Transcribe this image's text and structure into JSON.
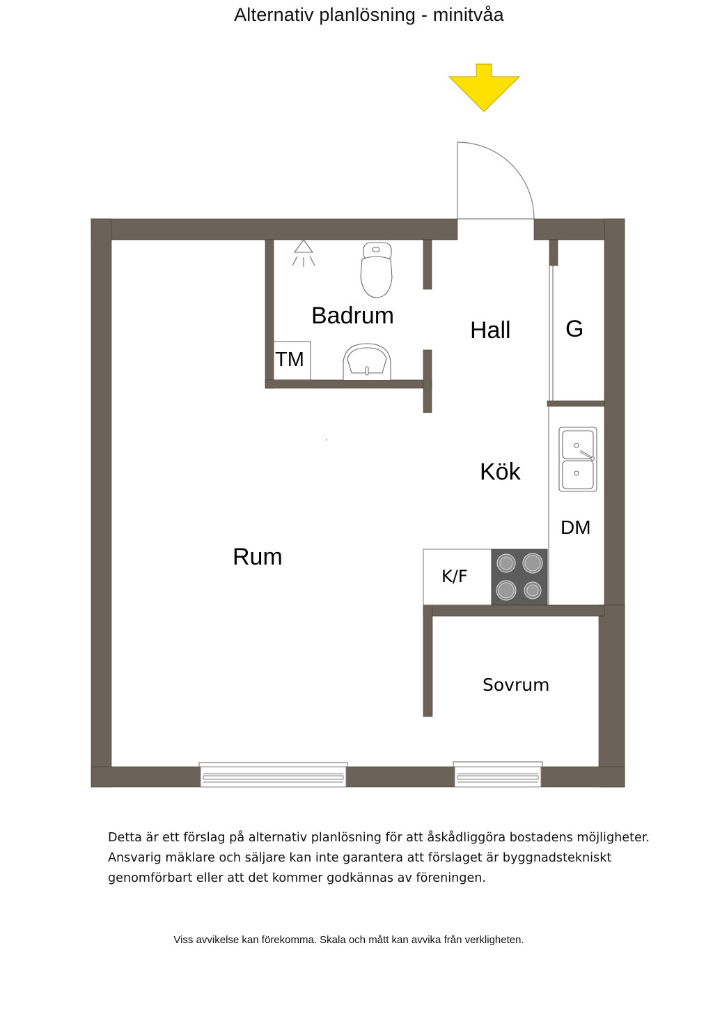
{
  "header": {
    "title": "Alternativ planlösning - minitvåa"
  },
  "entrance": {
    "arrow_icon": "down-arrow-icon",
    "arrow_color": "#FFE100"
  },
  "rooms": {
    "badrum": "Badrum",
    "tm": "TM",
    "hall": "Hall",
    "g": "G",
    "kok": "Kök",
    "dm": "DM",
    "kf": "K/F",
    "rum": "Rum",
    "sovrum": "Sovrum"
  },
  "colors": {
    "wall": "#6b6357",
    "stove": "#5c5c5c",
    "arrow": "#FFE100"
  },
  "disclaimer": {
    "text": "Detta är ett förslag på alternativ planlösning för att åskådliggöra bostadens möjligheter. Ansvarig mäklare och säljare kan inte garantera att förslaget är byggnadstekniskt genomförbart eller att det kommer godkännas av föreningen."
  },
  "footer": {
    "text": "Viss avvikelse kan förekomma. Skala och mått kan avvika från verkligheten."
  }
}
